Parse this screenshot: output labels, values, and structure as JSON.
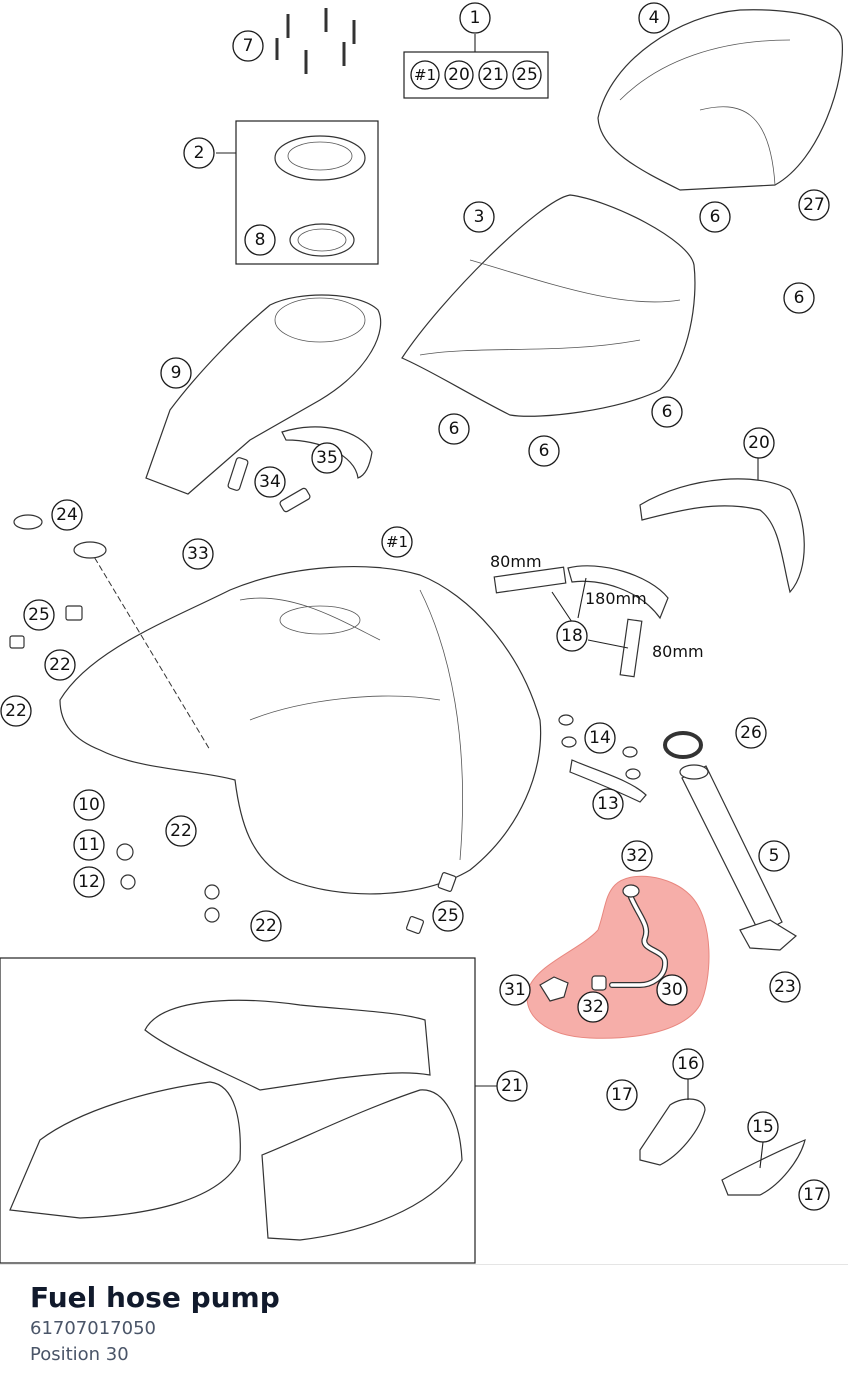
{
  "part": {
    "name": "Fuel hose pump",
    "number": "61707017050",
    "position": "Position 30"
  },
  "callouts": {
    "c1": "1",
    "c2": "2",
    "c3": "3",
    "c4": "4",
    "c5": "5",
    "c6a": "6",
    "c6b": "6",
    "c6c": "6",
    "c6d": "6",
    "c6e": "6",
    "c7": "7",
    "c8": "8",
    "c9": "9",
    "c10": "10",
    "c11": "11",
    "c12": "12",
    "c13": "13",
    "c14": "14",
    "c15": "15",
    "c16": "16",
    "c17a": "17",
    "c17b": "17",
    "c18": "18",
    "c20": "20",
    "c21": "21",
    "c22a": "22",
    "c22b": "22",
    "c22c": "22",
    "c22d": "22",
    "c23": "23",
    "c24": "24",
    "c25a": "25",
    "c25b": "25",
    "c26": "26",
    "c27": "27",
    "c30": "30",
    "c31": "31",
    "c32a": "32",
    "c32b": "32",
    "c33": "33",
    "c34": "34",
    "c35": "35",
    "chash1": "#1"
  },
  "group_box": {
    "g1": "#1",
    "g20": "20",
    "g21": "21",
    "g25": "25"
  },
  "dimensions": {
    "d1": "80mm",
    "d2": "180mm",
    "d3": "80mm"
  },
  "colors": {
    "highlight": "#f4a09a",
    "ink": "#1a1a1a",
    "title": "#111a2c",
    "meta": "#4a5568"
  }
}
